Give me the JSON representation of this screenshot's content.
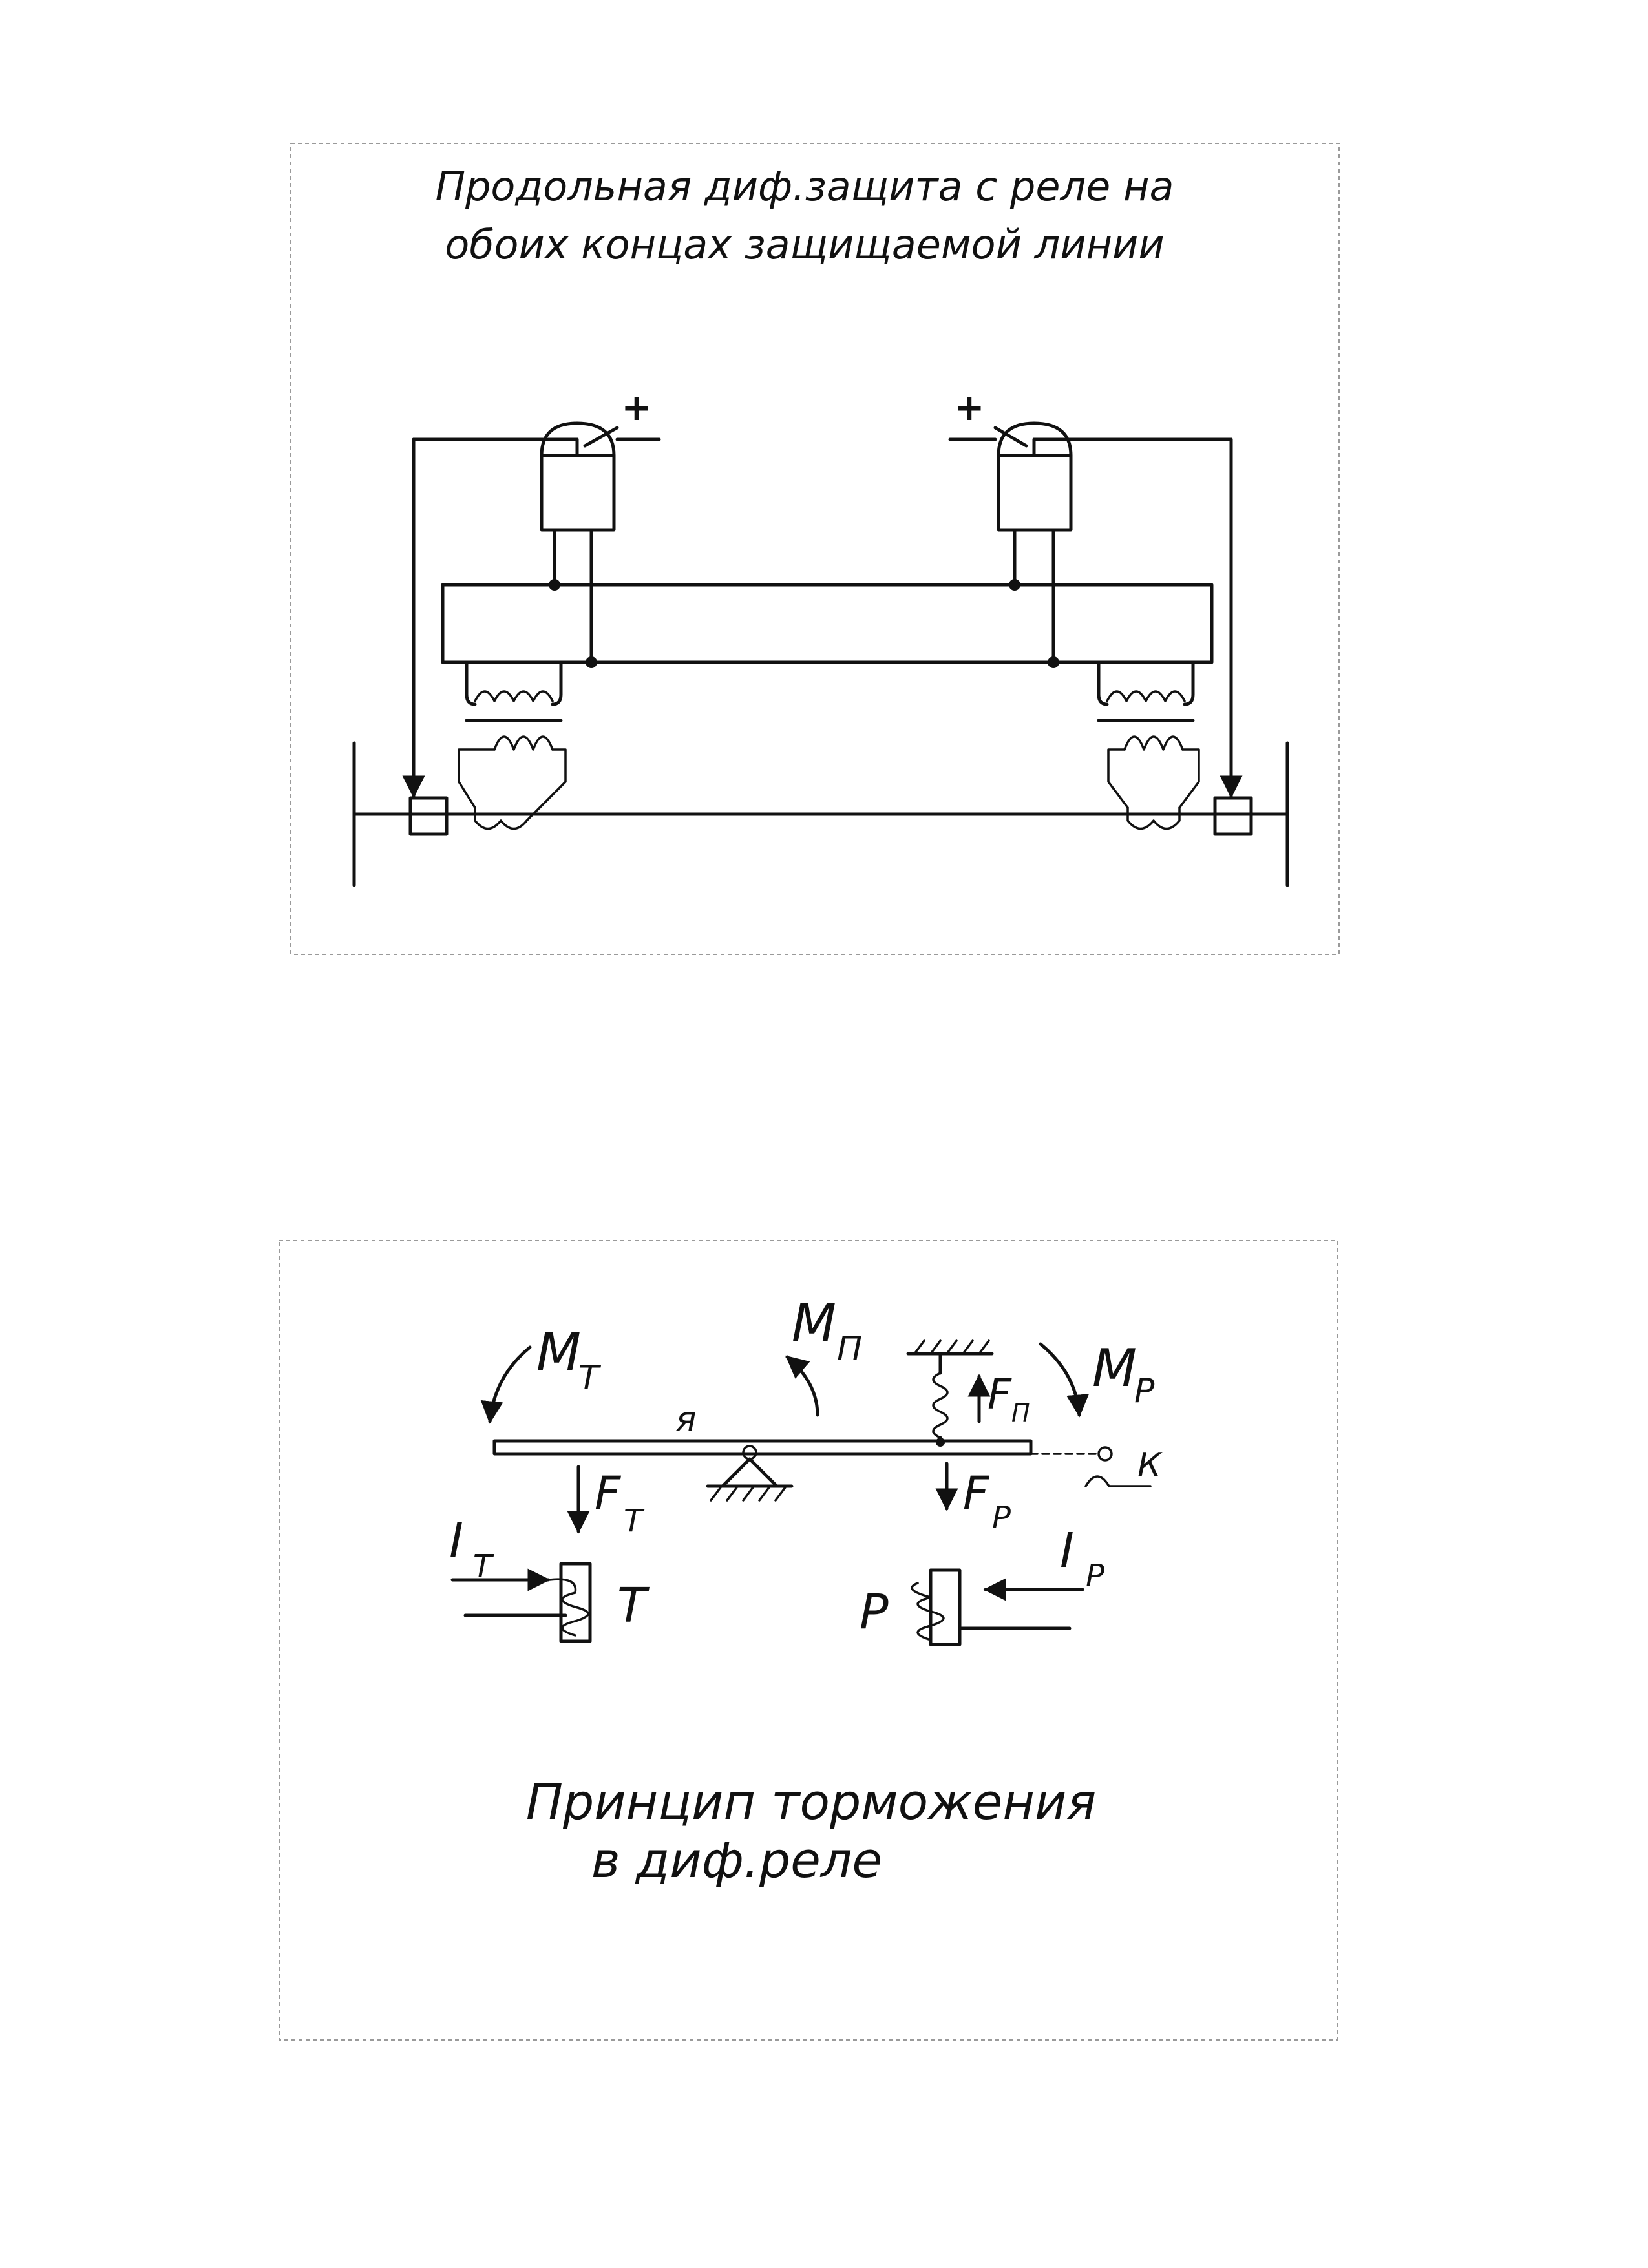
{
  "diagram1": {
    "title_line1": "Продольная диф.защита с реле на",
    "title_line2": "обоих концах защищаемой линии",
    "plus_left": "+",
    "plus_right": "+"
  },
  "diagram2": {
    "label_Mt": "M",
    "label_Mt_sub": "Т",
    "label_Mp": "M",
    "label_Mp_sub": "П",
    "label_Mr": "M",
    "label_Mr_sub": "Р",
    "label_Ya": "я",
    "label_Fp_spring": "F",
    "label_Fp_spring_sub": "П",
    "label_K": "К",
    "label_Ft": "F",
    "label_Ft_sub": "Т",
    "label_Fr": "F",
    "label_Fr_sub": "Р",
    "label_It": "I",
    "label_It_sub": "Т",
    "label_Ir": "I",
    "label_Ir_sub": "Р",
    "label_T": "Т",
    "label_R": "Р",
    "caption_line1": "Принцип торможения",
    "caption_line2": "в диф.реле"
  }
}
